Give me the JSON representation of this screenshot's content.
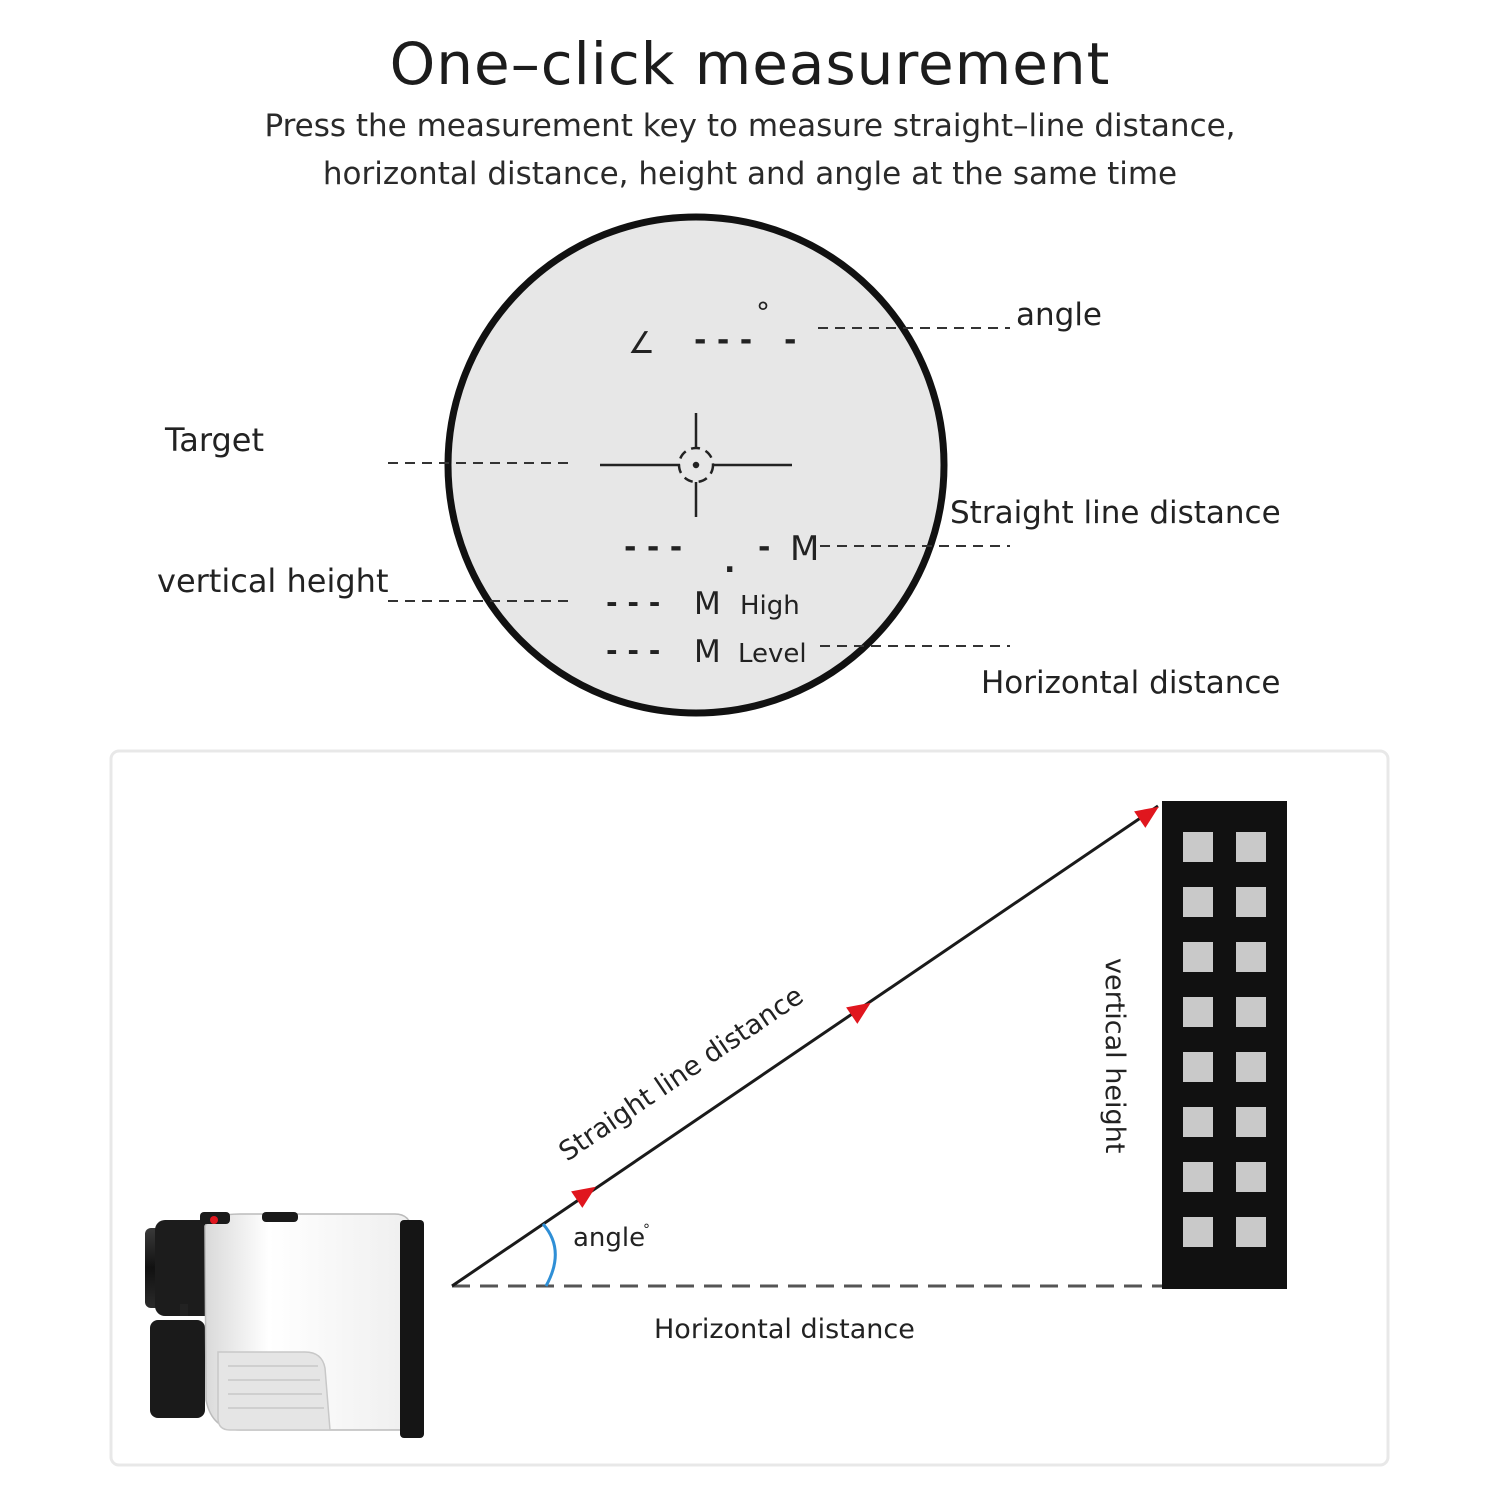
{
  "header": {
    "title": "One–click measurement",
    "subtitle_line1": "Press the measurement key to measure straight–line distance,",
    "subtitle_line2": "horizontal distance, height and angle at the same time"
  },
  "viewfinder": {
    "angle_symbol": "∠",
    "angle_readout": "- - -",
    "angle_last_digit": "-",
    "degree_symbol": "°",
    "distance_readout": "- - -",
    "distance_decimal_digit": "-",
    "decimal_point": ".",
    "distance_unit": "M",
    "height_readout": "- - -",
    "height_unit": "M",
    "height_tag": "High",
    "level_readout": "- - -",
    "level_unit": "M",
    "level_tag": "Level",
    "labels": {
      "angle": "angle",
      "target": "Target",
      "straight_line_distance": "Straight line distance",
      "vertical_height": "vertical height",
      "horizontal_distance": "Horizontal distance"
    }
  },
  "scene": {
    "straight_line_label": "Straight line distance",
    "angle_label": "angle",
    "angle_degree_symbol": "°",
    "horizontal_label": "Horizontal distance",
    "vertical_label": "vertical height",
    "colors": {
      "arrow": "#e0161e",
      "angle_arc": "#2f8fd6",
      "building": "#111111",
      "window": "#c9c9c9",
      "card_border": "#e8e8e8"
    }
  }
}
